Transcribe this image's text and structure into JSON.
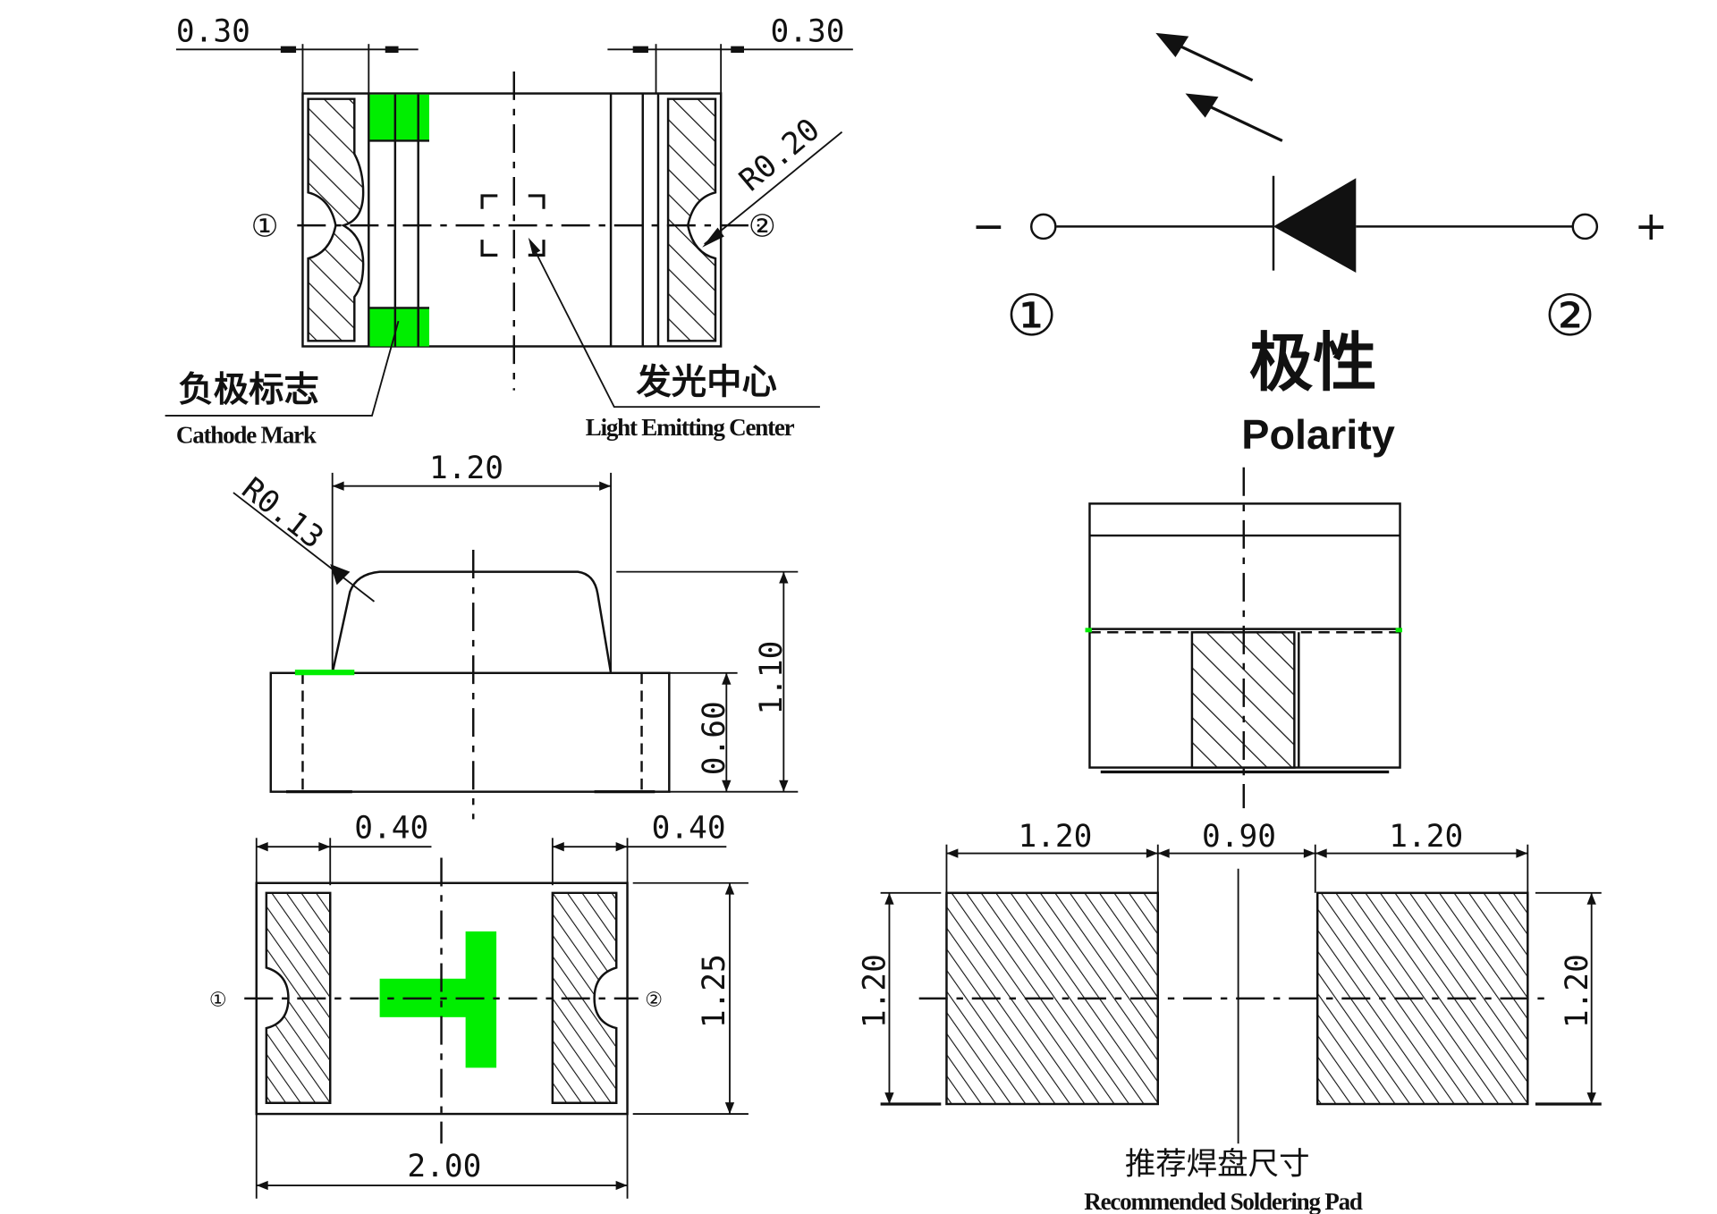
{
  "colors": {
    "line": "#111111",
    "cathode_mark": "#00ee00",
    "background": "#ffffff"
  },
  "top_view": {
    "dim_left": "0.30",
    "dim_right": "0.30",
    "radius": "R0.20",
    "pin1": "①",
    "pin2": "②",
    "cathode_mark_cn": "负极标志",
    "cathode_mark_en": "Cathode Mark",
    "light_center_cn": "发光中心",
    "light_center_en": "Light Emitting Center"
  },
  "polarity": {
    "minus": "−",
    "plus": "+",
    "pin1": "①",
    "pin2": "②",
    "title_cn": "极性",
    "title_en": "Polarity"
  },
  "side_view": {
    "dim_width": "1.20",
    "radius": "R0.13",
    "dim_height_total": "1.10",
    "dim_height_base": "0.60"
  },
  "bottom_view": {
    "dim_left": "0.40",
    "dim_right": "0.40",
    "dim_height": "1.25",
    "dim_length": "2.00",
    "pin1": "①",
    "pin2": "②"
  },
  "soldering_pad": {
    "dim_pad_left": "1.20",
    "dim_gap": "0.90",
    "dim_pad_right": "1.20",
    "dim_height_left": "1.20",
    "dim_height_right": "1.20",
    "title_cn": "推荐焊盘尺寸",
    "title_en": "Recommended Soldering Pad"
  }
}
